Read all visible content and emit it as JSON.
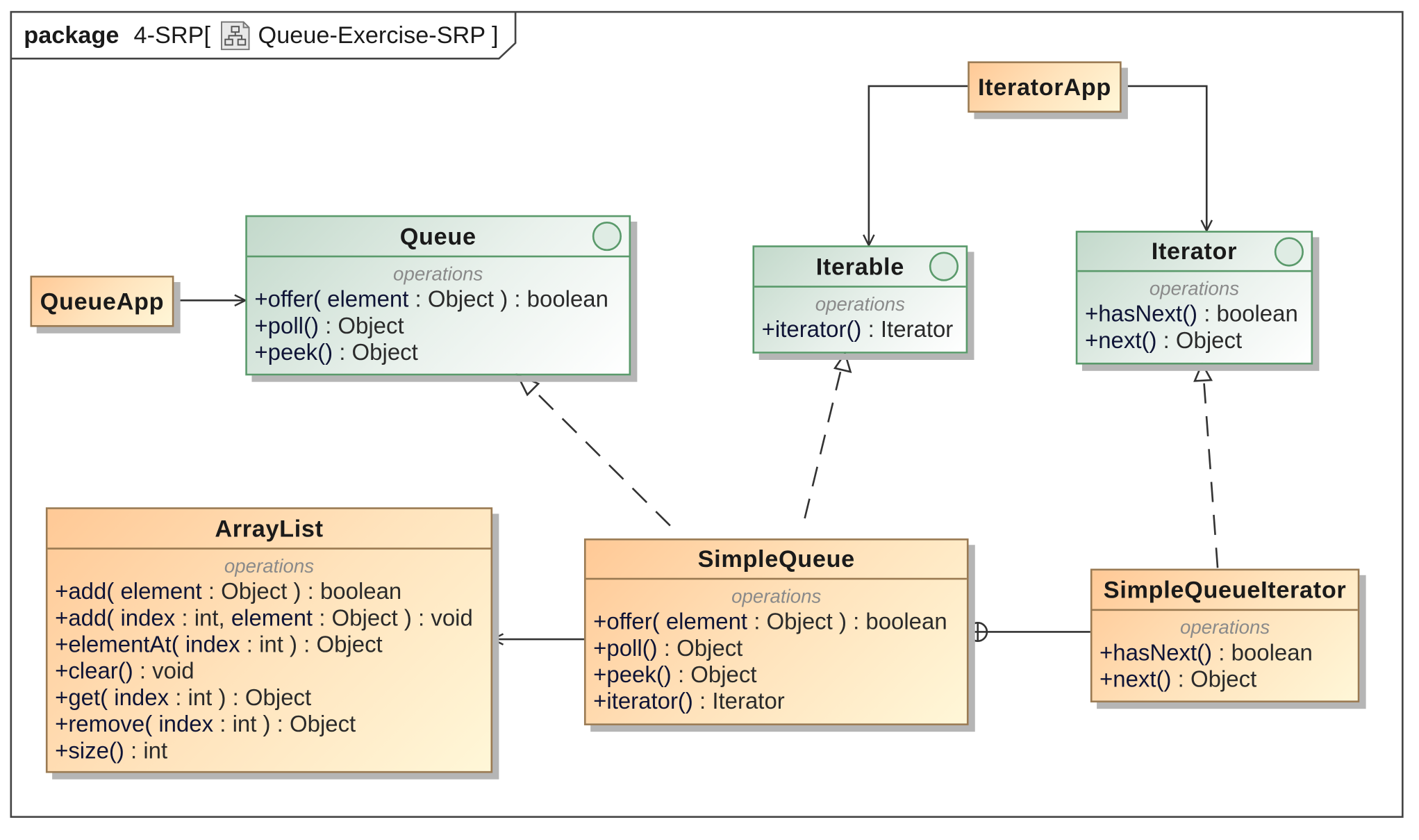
{
  "package": {
    "keyword": "package",
    "name": "4-SRP[",
    "diagram": "Queue-Exercise-SRP ]",
    "icon": "package-diagram-icon"
  },
  "colors": {
    "interface_border": "#5a9a6b",
    "class_border": "#9a7a52",
    "class_fill": "#ffd9a8",
    "interface_fill": "#d6e6dc",
    "line": "#333333"
  },
  "classes": {
    "queueapp": {
      "name": "QueueApp"
    },
    "iteratorapp": {
      "name": "IteratorApp"
    },
    "queue": {
      "name": "Queue",
      "section": "operations",
      "ops": [
        [
          "+offer( element",
          " : Object ) : boolean"
        ],
        [
          "+poll()",
          " : Object"
        ],
        [
          "+peek()",
          " : Object"
        ]
      ]
    },
    "iterable": {
      "name": "Iterable",
      "section": "operations",
      "ops": [
        [
          "+iterator()",
          " : Iterator"
        ]
      ]
    },
    "iterator": {
      "name": "Iterator",
      "section": "operations",
      "ops": [
        [
          "+hasNext()",
          " : boolean"
        ],
        [
          "+next()",
          " : Object"
        ]
      ]
    },
    "arraylist": {
      "name": "ArrayList",
      "section": "operations",
      "ops": [
        [
          "+add( element",
          " : Object ) : boolean"
        ],
        [
          "+add( index",
          " : int, ",
          "element",
          " : Object ) : void"
        ],
        [
          "+elementAt( index",
          " : int ) : Object"
        ],
        [
          "+clear()",
          " : void"
        ],
        [
          "+get( index",
          " : int ) : Object"
        ],
        [
          "+remove( index",
          " : int ) : Object"
        ],
        [
          "+size()",
          " : int"
        ]
      ]
    },
    "simplequeue": {
      "name": "SimpleQueue",
      "section": "operations",
      "ops": [
        [
          "+offer( element",
          " : Object ) : boolean"
        ],
        [
          "+poll()",
          " : Object"
        ],
        [
          "+peek()",
          " : Object"
        ],
        [
          "+iterator()",
          " : Iterator"
        ]
      ]
    },
    "simplequeueiterator": {
      "name": "SimpleQueueIterator",
      "section": "operations",
      "ops": [
        [
          "+hasNext()",
          " : boolean"
        ],
        [
          "+next()",
          " : Object"
        ]
      ]
    }
  }
}
